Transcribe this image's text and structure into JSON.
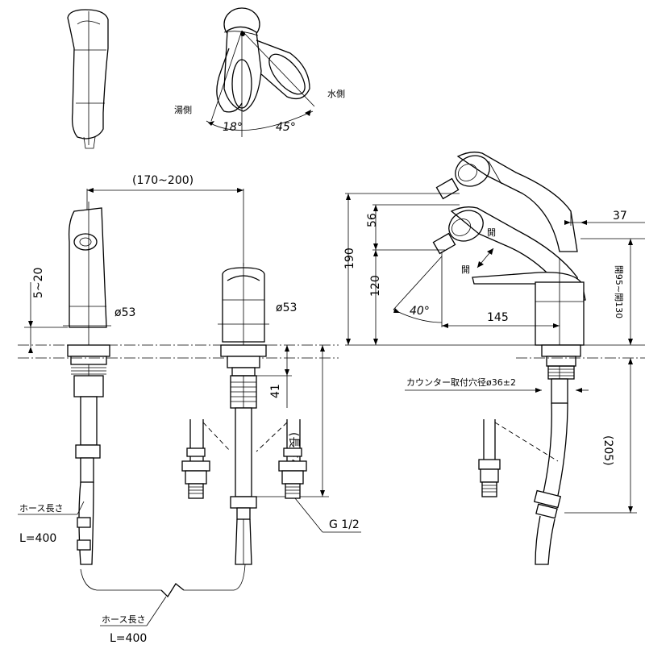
{
  "labels": {
    "top_view": {
      "hot_side": "湯側",
      "cold_side": "水側",
      "angle_hot": "18°",
      "angle_cold": "45°"
    },
    "front_view": {
      "spout_reach": "(170~200)",
      "spout_height_adjust": "5~20",
      "spout_body_diameter": "ø53",
      "handle_body_diameter": "ø53",
      "shank_length": "41",
      "hose_length_vertical": "(長さ404)",
      "thread_size": "G 1/2",
      "hose_length_label_left": "ホース長さ",
      "hose_length_value_left": "L=400",
      "hose_length_label_bottom": "ホース長さ",
      "hose_length_value_bottom": "L=400"
    },
    "side_view": {
      "total_height": "190",
      "head_offset": "56",
      "spout_height": "120",
      "spout_angle": "40°",
      "spout_reach": "145",
      "head_projection": "37",
      "handle_open_range": "開95~開130",
      "open_label_1": "開",
      "open_label_2": "開",
      "counter_hole": "カウンター取付穴径ø36±2",
      "below_counter": "(205)"
    }
  }
}
